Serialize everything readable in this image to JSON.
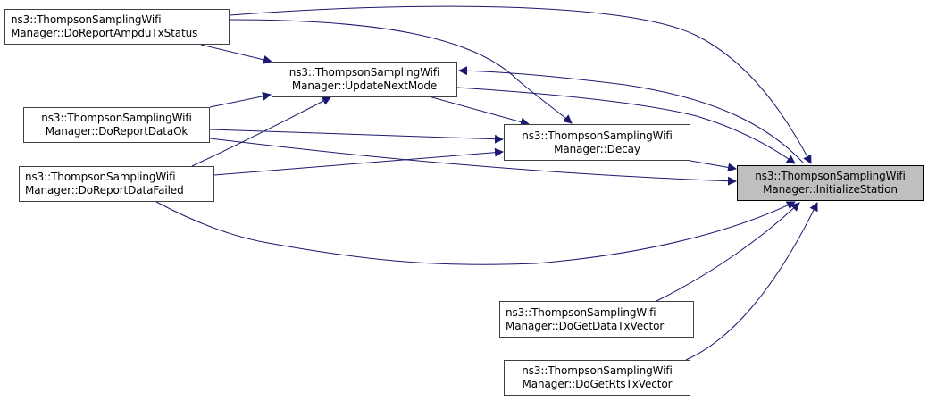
{
  "diagram": {
    "title": "Caller graph of ns3::ThompsonSamplingWifiManager::InitializeStation",
    "edge_color": "#191970",
    "focus_fill": "#bfbfbf",
    "nodes": [
      {
        "id": "ampdu",
        "line1": "ns3::ThompsonSamplingWifi",
        "line2": "Manager::DoReportAmpduTxStatus"
      },
      {
        "id": "update",
        "line1": "ns3::ThompsonSamplingWifi",
        "line2": "Manager::UpdateNextMode"
      },
      {
        "id": "dataok",
        "line1": "ns3::ThompsonSamplingWifi",
        "line2": "Manager::DoReportDataOk"
      },
      {
        "id": "datafailed",
        "line1": "ns3::ThompsonSamplingWifi",
        "line2": "Manager::DoReportDataFailed"
      },
      {
        "id": "decay",
        "line1": "ns3::ThompsonSamplingWifi",
        "line2": "Manager::Decay"
      },
      {
        "id": "init",
        "line1": "ns3::ThompsonSamplingWifi",
        "line2": "Manager::InitializeStation"
      },
      {
        "id": "getdata",
        "line1": "ns3::ThompsonSamplingWifi",
        "line2": "Manager::DoGetDataTxVector"
      },
      {
        "id": "getrts",
        "line1": "ns3::ThompsonSamplingWifi",
        "line2": "Manager::DoGetRtsTxVector"
      }
    ],
    "edges": [
      {
        "from": "ampdu",
        "to": "init"
      },
      {
        "from": "ampdu",
        "to": "decay"
      },
      {
        "from": "ampdu",
        "to": "update"
      },
      {
        "from": "init",
        "to": "update"
      },
      {
        "from": "update",
        "to": "init"
      },
      {
        "from": "update",
        "to": "decay"
      },
      {
        "from": "dataok",
        "to": "update"
      },
      {
        "from": "dataok",
        "to": "decay"
      },
      {
        "from": "dataok",
        "to": "init"
      },
      {
        "from": "datafailed",
        "to": "update"
      },
      {
        "from": "datafailed",
        "to": "decay"
      },
      {
        "from": "datafailed",
        "to": "init"
      },
      {
        "from": "decay",
        "to": "init"
      },
      {
        "from": "getdata",
        "to": "init"
      },
      {
        "from": "getrts",
        "to": "init"
      }
    ]
  }
}
